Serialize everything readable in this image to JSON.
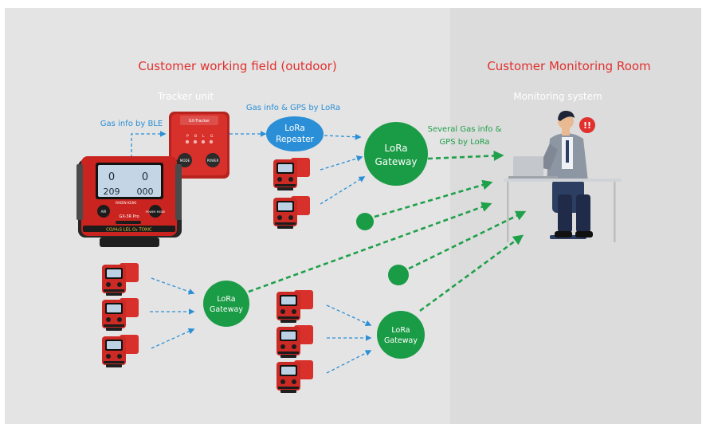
{
  "headings": {
    "field": "Customer working field (outdoor)",
    "room": "Customer Monitoring Room"
  },
  "subtitles": {
    "tracker": "Tracker unit",
    "monitoring": "Monitoring system"
  },
  "labels": {
    "ble": "Gas info by BLE",
    "gps_lora": "Gas info & GPS by LoRa",
    "several_1": "Several Gas info &",
    "several_2": "GPS by LoRa"
  },
  "nodes": {
    "repeater": [
      "LoRa",
      "Repeater"
    ],
    "gateway_main": [
      "LoRa",
      "Gateway"
    ],
    "gateway_left": [
      "LoRa",
      "Gateway"
    ],
    "gateway_right": [
      "LoRa",
      "Gateway"
    ]
  },
  "device": {
    "tracker_title": "GX-Tracker",
    "tracker_leds": [
      "P",
      "B",
      "L",
      "G"
    ],
    "tracker_buttons": [
      "MODE",
      "POWER"
    ],
    "gx_brand": "RIKEN KEIKI",
    "gx_model": "GX-3R Pro",
    "gx_gas_bar": "CO/H₂S  LEL  O₂  TOXIC",
    "gx_button_left": "AIR",
    "gx_button_right": "POWER\nMODE",
    "screen_values": [
      "0",
      "0",
      "209",
      "000"
    ]
  },
  "alert": {
    "mark": "!!"
  },
  "colors": {
    "red_heading": "#e0312e",
    "green_node": "#1a9b45",
    "blue_node": "#2a8fd6",
    "blue_arrow": "#2a8fd6",
    "green_arrow": "#1fa04a",
    "device_red": "#cf2a25",
    "panel_gray": "#e4e4e4"
  }
}
